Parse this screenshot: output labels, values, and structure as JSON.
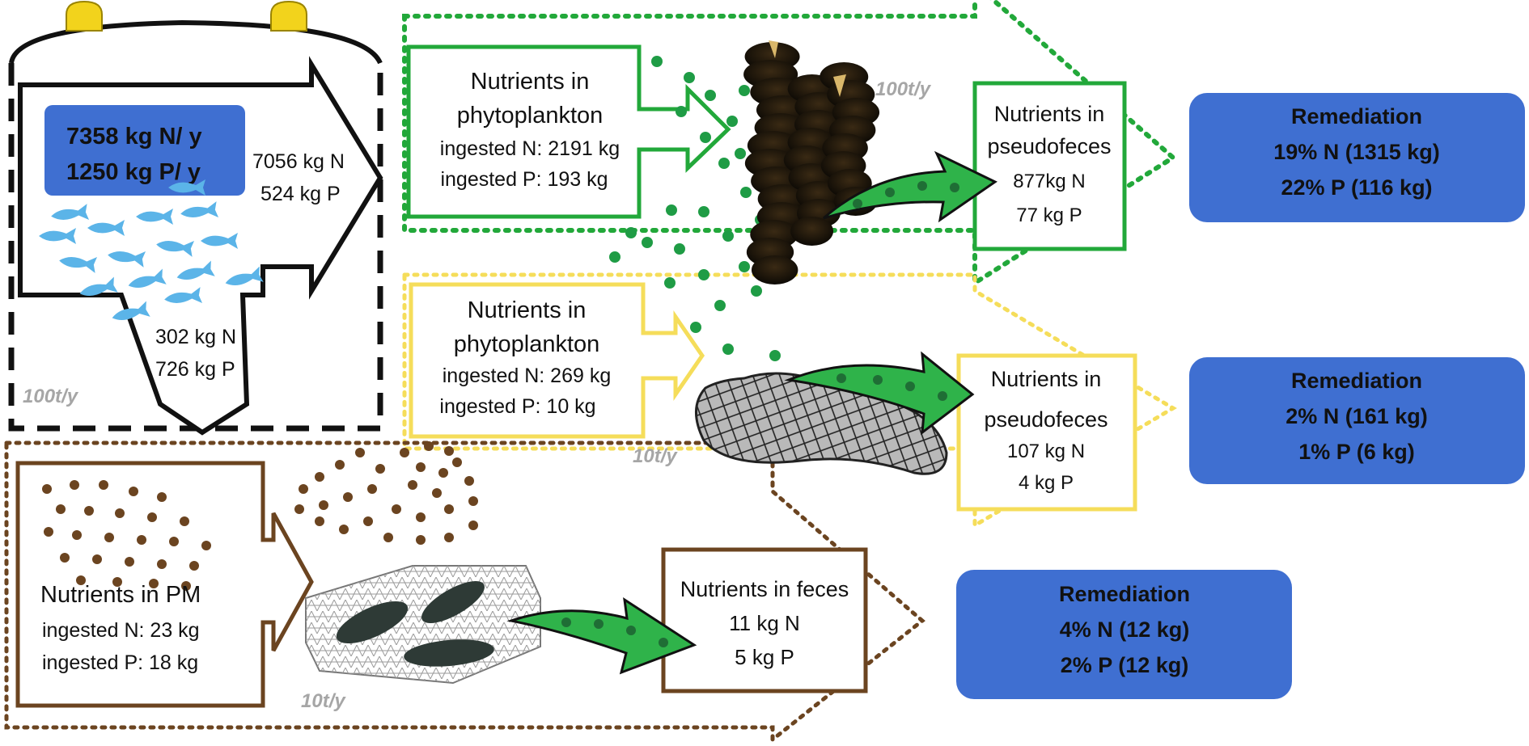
{
  "colors": {
    "fish_farm": "#000000",
    "seaweed": "#22a83a",
    "mussel": "#f5dd5a",
    "sea_cucumber": "#6b4420",
    "remediation_box": "#3f6fd1",
    "rate_label": "#a6a6a6",
    "pellet_green": "#1f9c45",
    "pellet_brown": "#6b4420"
  },
  "icons": [
    "feeder-icon",
    "fish-school-icon",
    "seaweed-icon",
    "mussel-icon",
    "sea-cucumber-icon"
  ],
  "fish_farm": {
    "input_line1": "7358 kg N/ y",
    "input_line2": "1250 kg P/ y",
    "dissolved_n": "7056 kg N",
    "dissolved_p": "524 kg P",
    "particulate_n": "302 kg N",
    "particulate_p": "726 kg P",
    "rate": "100t/y"
  },
  "seaweed": {
    "intake_line1": "Nutrients in",
    "intake_line2": "phytoplankton",
    "intake_n": "ingested N: 2191 kg",
    "intake_p": "ingested P: 193 kg",
    "rate": "100t/y",
    "output_line1": "Nutrients in",
    "output_line2": "pseudofeces",
    "output_n": "877kg N",
    "output_p": "77 kg P",
    "remediation_title": "Remediation",
    "remediation_n": "19% N (1315 kg)",
    "remediation_p": "22% P (116 kg)"
  },
  "mussel": {
    "intake_line1": "Nutrients in",
    "intake_line2": "phytoplankton",
    "intake_n": "ingested N: 269 kg",
    "intake_p": "ingested P: 10 kg",
    "rate": "10t/y",
    "output_line1": "Nutrients in",
    "output_line2": "pseudofeces",
    "output_n": "107 kg N",
    "output_p": "4 kg P",
    "remediation_title": "Remediation",
    "remediation_n": "2% N (161 kg)",
    "remediation_p": "1% P (6 kg)"
  },
  "sea_cucumber": {
    "intake_line1": "Nutrients in PM",
    "intake_n": "ingested N: 23 kg",
    "intake_p": "ingested P: 18 kg",
    "rate": "10t/y",
    "output_line1": "Nutrients in feces",
    "output_n": "11 kg N",
    "output_p": "5 kg P",
    "remediation_title": "Remediation",
    "remediation_n": "4% N (12 kg)",
    "remediation_p": "2% P (12 kg)"
  }
}
